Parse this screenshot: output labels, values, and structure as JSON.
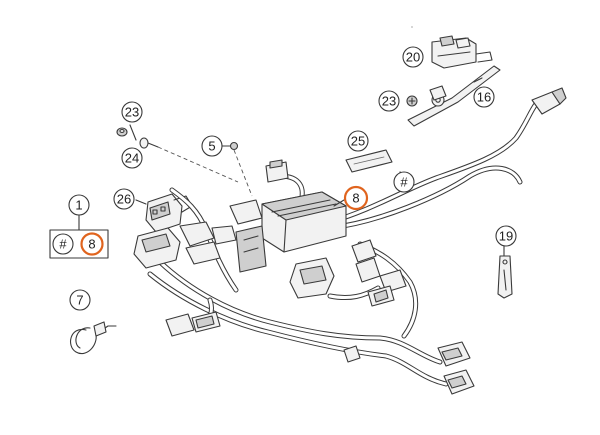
{
  "callouts": {
    "c1": "1",
    "c_hash_kit": "#",
    "c8_kit": "8",
    "c5": "5",
    "c7": "7",
    "c8_main": "8",
    "c16": "16",
    "c19": "19",
    "c20": "20",
    "c23_left": "23",
    "c23_right": "23",
    "c24": "24",
    "c25": "25",
    "c26": "26",
    "c_hash_main": "#"
  },
  "colors": {
    "highlight": "#e0641e",
    "line": "#3a3a3a"
  }
}
